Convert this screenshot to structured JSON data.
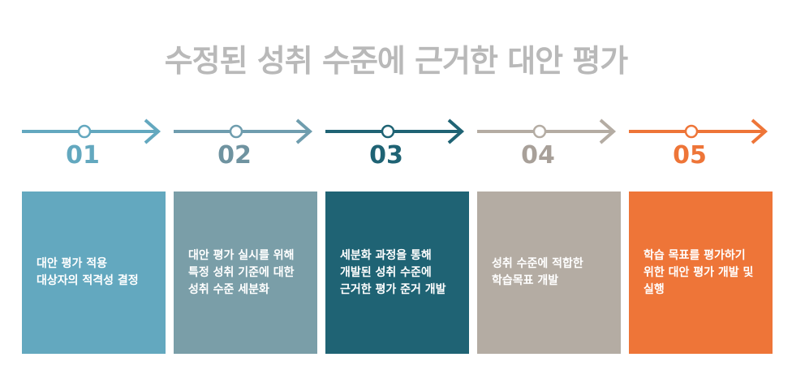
{
  "title": "수정된 성취 수준에 근거한 대안 평가",
  "steps": [
    {
      "number": "01",
      "text": "대안 평가 적용 대상자의 적격성 결정",
      "color": "#63a8bf",
      "num_color": "#63a8bf",
      "line_color": "#63a8bf"
    },
    {
      "number": "02",
      "text": "대안 평가 실시를 위해 특정 성취 기준에 대한 성취 수준 세분화",
      "color": "#7a9ea8",
      "num_color": "#6f93a0",
      "line_color": "#6f9dae"
    },
    {
      "number": "03",
      "text": "세분화 과정을 통해 개발된 성취 수준에 근거한 평가 준거 개발",
      "color": "#1f6374",
      "num_color": "#1f6374",
      "line_color": "#1f6374"
    },
    {
      "number": "04",
      "text": "성취 수준에 적합한 학습목표 개발",
      "color": "#b4aca3",
      "num_color": "#a8a099",
      "line_color": "#b4aca3"
    },
    {
      "number": "05",
      "text": "학습 목표를 평가하기 위한 대안 평가 개발 및 실행",
      "color": "#ee7538",
      "num_color": "#ee7538",
      "line_color": "#ee7538"
    }
  ]
}
